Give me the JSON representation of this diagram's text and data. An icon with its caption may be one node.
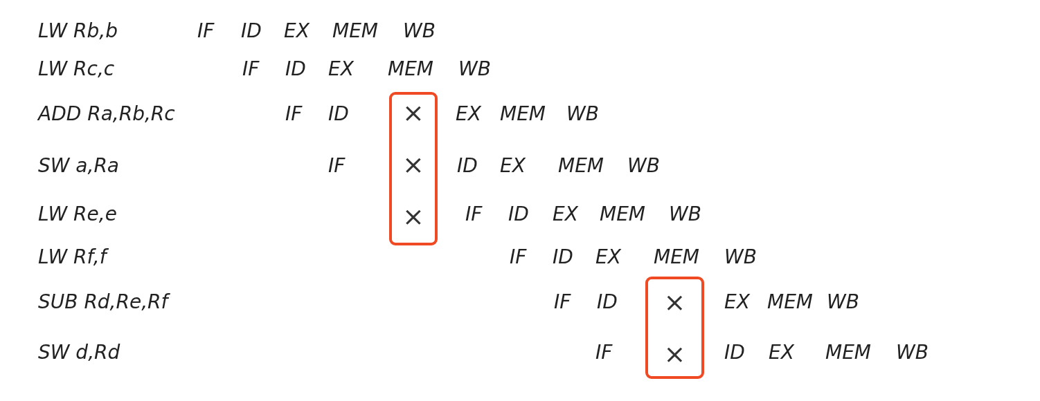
{
  "diagram": {
    "nodes": [
      {
        "text": [
          "×",
          "×",
          "×"
        ]
      },
      {
        "text": [
          "×",
          "×"
        ]
      }
    ],
    "labels": [
      "LW Rb,b",
      "IF",
      "ID",
      "EX",
      "MEM",
      "WB",
      "LW Rc,c",
      "IF",
      "ID",
      "EX",
      "MEM",
      "WB",
      "ADD Ra,Rb,Rc",
      "IF",
      "ID",
      "EX",
      "MEM",
      "WB",
      "SW a,Ra",
      "IF",
      "ID",
      "EX",
      "MEM",
      "WB",
      "LW Re,e",
      "IF",
      "ID",
      "EX",
      "MEM",
      "WB",
      "LW Rf,f",
      "IF",
      "ID",
      "EX",
      "MEM",
      "WB",
      "SUB Rd,Re,Rf",
      "IF",
      "ID",
      "EX",
      "MEM",
      "WB",
      "SW d,Rd",
      "IF",
      "ID",
      "EX",
      "MEM",
      "WB"
    ]
  }
}
